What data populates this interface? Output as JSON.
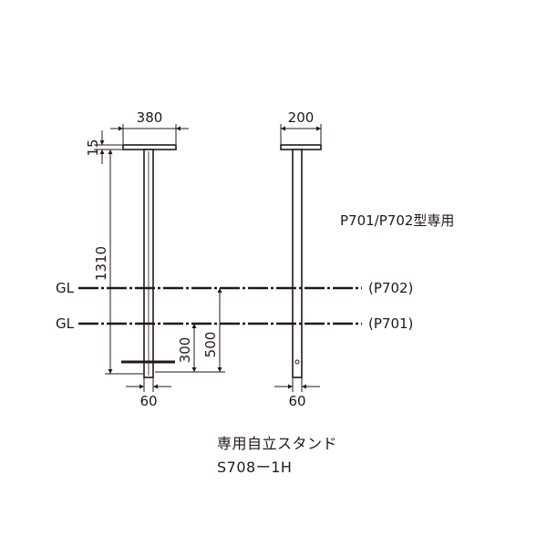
{
  "diagram": {
    "dimensions": {
      "base_width_front": "380",
      "base_thickness": "15",
      "pole_height": "1310",
      "base_width_side": "200",
      "embed_depth_p701": "300",
      "embed_depth_p702": "500",
      "pole_width_front": "60",
      "pole_width_side": "60"
    },
    "ground_lines": [
      {
        "label": "GL",
        "model": "(P702)"
      },
      {
        "label": "GL",
        "model": "(P701)"
      }
    ],
    "model_note": "P701/P702型専用"
  },
  "caption": {
    "title": "専用自立スタンド",
    "code": "S708ー1H"
  },
  "colors": {
    "line": "#231815",
    "background": "#ffffff"
  }
}
